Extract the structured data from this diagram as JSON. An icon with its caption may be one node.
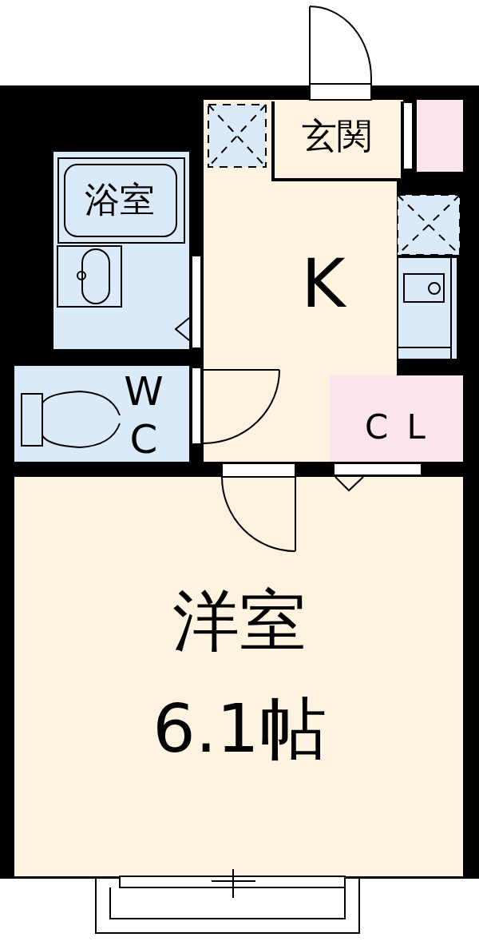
{
  "diagram": {
    "nodes": [
      {
        "text": [
          "玄関"
        ]
      },
      {
        "text": [],
        "shape": "box"
      },
      {
        "text": [
          "浴室"
        ]
      },
      {
        "text": [
          "K"
        ]
      },
      {
        "text": [
          "W C"
        ]
      },
      {
        "text": [
          "CL"
        ]
      },
      {
        "text": [
          "洋室 6.1帖"
        ]
      }
    ]
  }
}
